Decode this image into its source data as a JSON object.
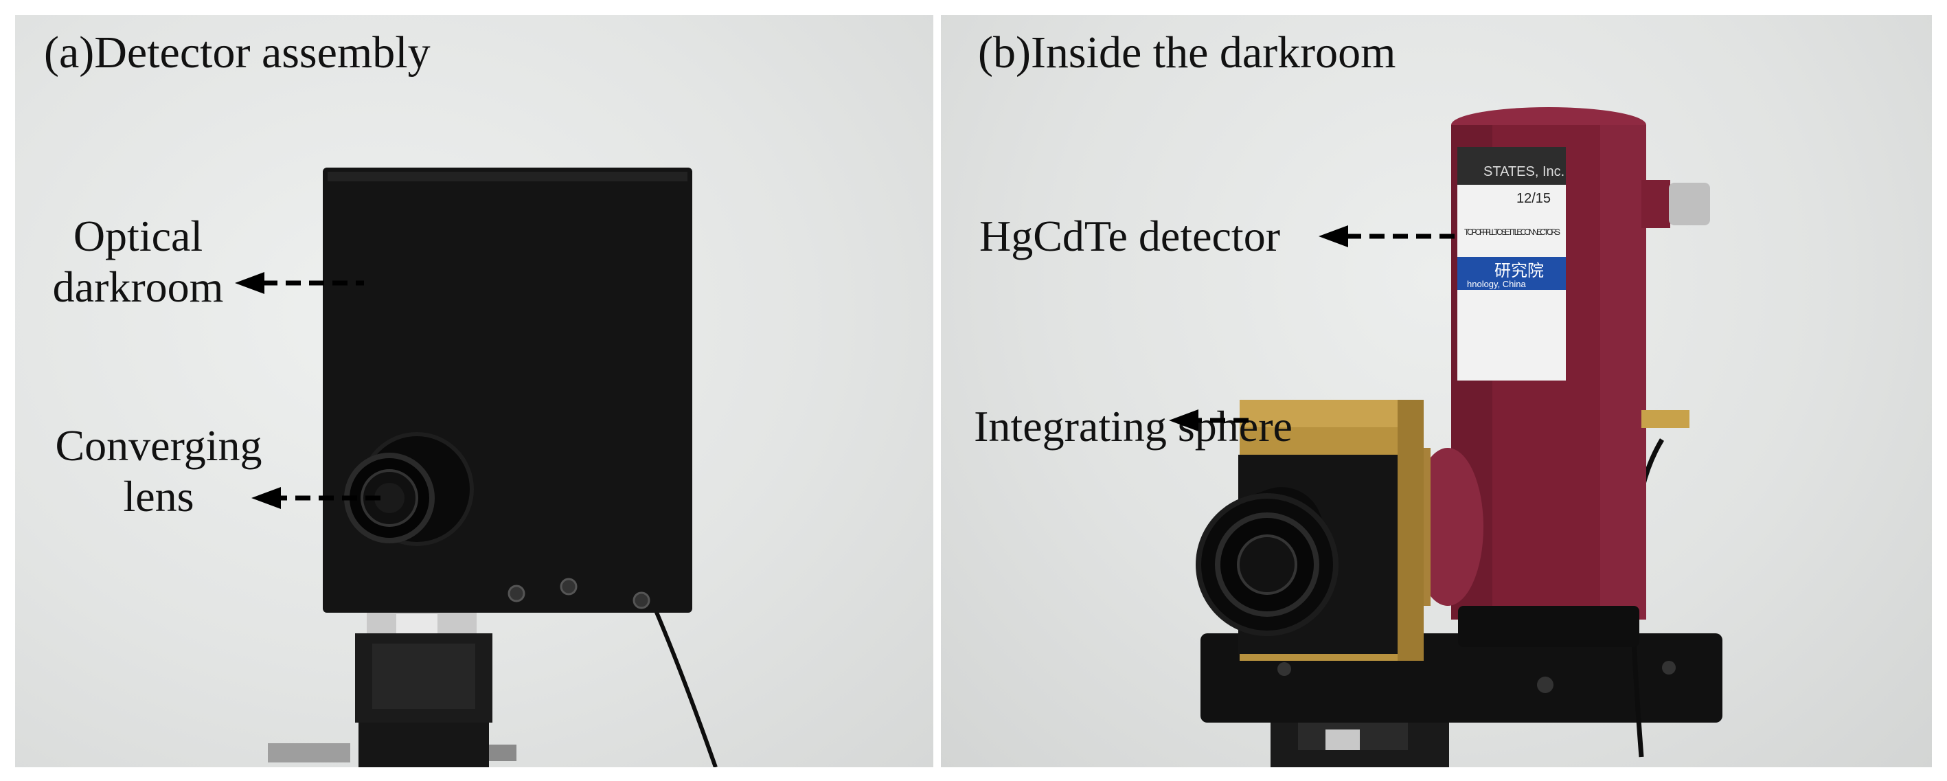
{
  "panels": {
    "a": {
      "title": "(a)Detector assembly",
      "labels": {
        "optical_darkroom": [
          "Optical",
          "darkroom"
        ],
        "converging_lens": [
          "Converging",
          "lens"
        ]
      }
    },
    "b": {
      "title": "(b)Inside the darkroom",
      "labels": {
        "hgcdte_detector": "HgCdTe detector",
        "integrating_sphere": "Integrating sphere"
      },
      "detector_sticker": {
        "maker": "STATES, Inc.",
        "date": "12/15",
        "warning": "TOP OFF FILL TO SETTLE CONNECTORS",
        "institute": "研究院",
        "org_line": "hnology, China"
      }
    }
  },
  "colors": {
    "darkroom_box": "#141414",
    "detector_body": "#7c1f34",
    "sphere_body": "#b8923f",
    "base_plate": "#111111"
  }
}
